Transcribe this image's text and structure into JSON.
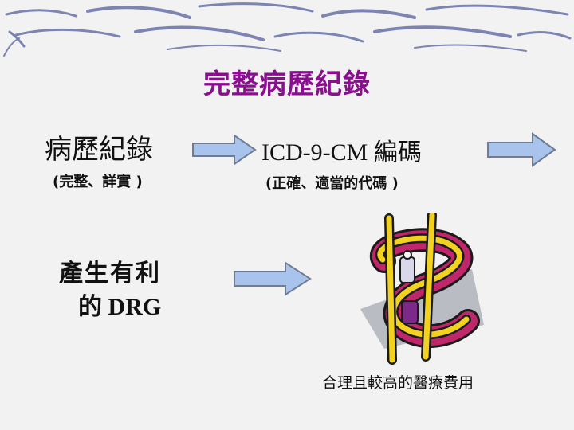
{
  "slide": {
    "title": "完整病歷紀錄",
    "step1": {
      "label": "病歷紀錄",
      "sub": "(完整、詳實 )"
    },
    "step2": {
      "label": "ICD-9-CM 編碼",
      "sub": "(正確、適當的代碼 )"
    },
    "step3": {
      "line1": "產生有利",
      "line2": "的 DRG"
    },
    "caption": "合理且較高的醫療費用"
  },
  "colors": {
    "title": "#8a0f8e",
    "arrow_fill": "#a9c4ec",
    "arrow_stroke": "#6f7c95",
    "decor_stroke": "#7d84b2",
    "background": "#f2f2f3"
  },
  "icons": {
    "money": "dollar-sign-clipart-icon"
  }
}
